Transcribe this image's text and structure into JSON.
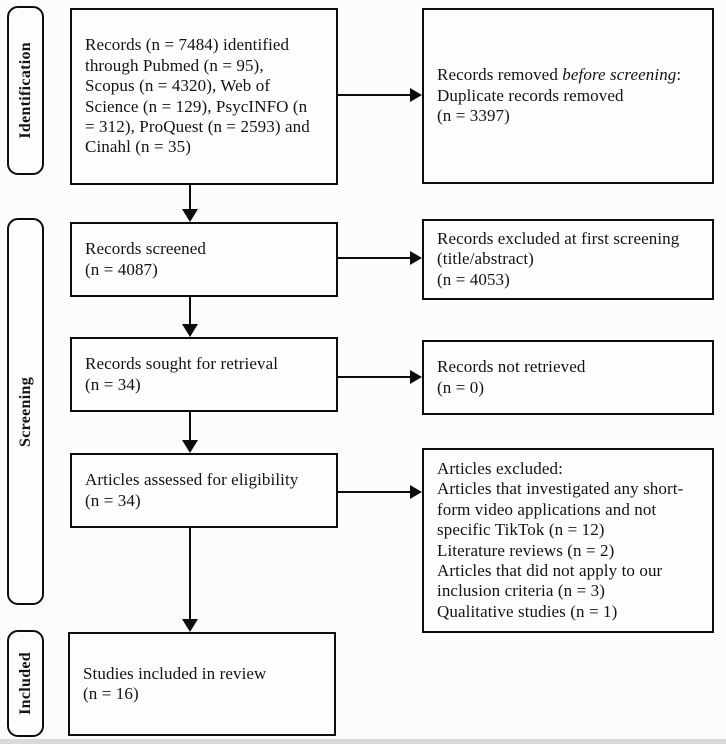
{
  "stages": [
    {
      "label": "Identification"
    },
    {
      "label": "Screening"
    },
    {
      "label": "Included"
    }
  ],
  "main_boxes": [
    {
      "id": "records-identified",
      "text": "Records (n = 7484) identified\nthrough Pubmed (n = 95),\nScopus (n = 4320), Web of\nScience (n = 129), PsycINFO (n\n= 312), ProQuest (n = 2593) and\nCinahl (n = 35)"
    },
    {
      "id": "records-screened",
      "text": "Records screened\n(n = 4087)"
    },
    {
      "id": "records-sought-for-retrieval",
      "text": "Records sought for retrieval\n(n = 34)"
    },
    {
      "id": "articles-assessed-for-eligibility",
      "text": "Articles assessed for eligibility\n(n = 34)"
    },
    {
      "id": "studies-included-in-review",
      "text": "Studies included in review\n(n = 16)"
    }
  ],
  "side_boxes": [
    {
      "id": "records-removed-before-screening",
      "text_prefix": "Records removed ",
      "text_italic": "before screening",
      "text_suffix": ":\nDuplicate records removed\n(n = 3397)"
    },
    {
      "id": "records-excluded-first-screening",
      "text": "Records excluded at first screening\n(title/abstract)\n(n = 4053)"
    },
    {
      "id": "records-not-retrieved",
      "text": "Records not retrieved\n(n = 0)"
    },
    {
      "id": "articles-excluded",
      "text": "Articles excluded:\nArticles that investigated any short-\nform video applications and not\nspecific TikTok (n = 12)\nLiterature reviews (n = 2)\nArticles that did not apply to our\ninclusion criteria (n = 3)\nQualitative studies (n = 1)"
    }
  ],
  "colors": {
    "border": "#0d0d0d",
    "background": "#fcfcfc",
    "text": "#131313"
  }
}
